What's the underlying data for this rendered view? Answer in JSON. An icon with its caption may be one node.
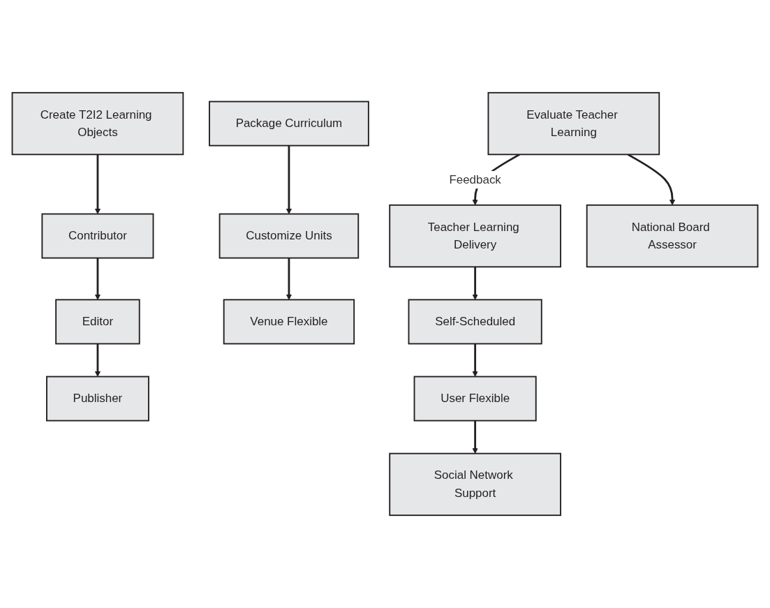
{
  "diagram": {
    "nodes": [
      {
        "text": [
          "Create T2I2 Learning Objects"
        ]
      },
      {
        "text": [
          "Contributor"
        ]
      },
      {
        "text": [
          "Editor"
        ]
      },
      {
        "text": [
          "Publisher"
        ]
      },
      {
        "text": [
          "Package Curriculum"
        ]
      },
      {
        "text": [
          "Customize Units"
        ]
      },
      {
        "text": [
          "Venue Flexible"
        ]
      },
      {
        "text": [
          "Teacher Learning Delivery"
        ]
      },
      {
        "text": [
          "Self-Scheduled"
        ]
      },
      {
        "text": [
          "User Flexible"
        ]
      },
      {
        "text": [
          "Social Network Support"
        ]
      },
      {
        "text": [
          "Evaluate Teacher Learning"
        ]
      },
      {
        "text": [
          "National Board Assessor"
        ]
      }
    ],
    "edges": [
      {
        "from": 0,
        "to": 1,
        "arrow": "to"
      },
      {
        "from": 1,
        "to": 2,
        "arrow": "to"
      },
      {
        "from": 2,
        "to": 3,
        "arrow": "to"
      },
      {
        "from": 4,
        "to": 5,
        "arrow": "to"
      },
      {
        "from": 5,
        "to": 6,
        "arrow": "to"
      },
      {
        "from": 7,
        "to": 8,
        "arrow": "to"
      },
      {
        "from": 8,
        "to": 9,
        "arrow": "to"
      },
      {
        "from": 9,
        "to": 10,
        "arrow": "to"
      },
      {
        "from": 11,
        "to": 12,
        "arrow": "to"
      },
      {
        "from": 11,
        "to": 7,
        "arrow": "to",
        "label": "Feedback"
      }
    ]
  }
}
